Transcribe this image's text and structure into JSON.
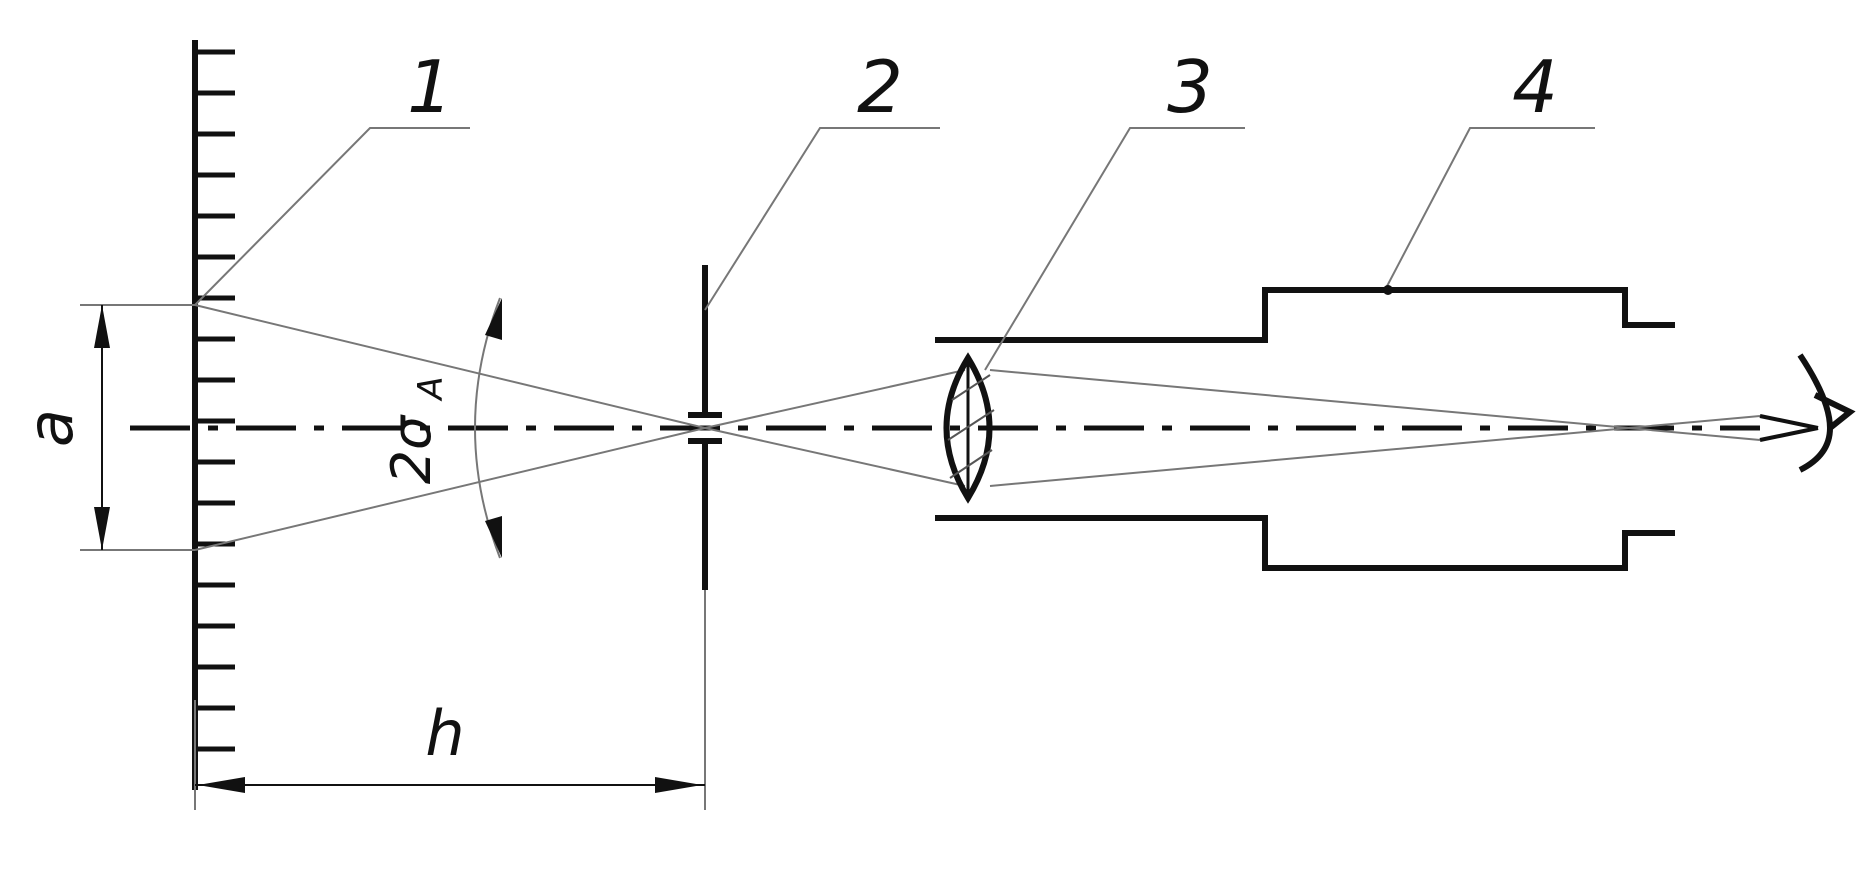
{
  "diagram": {
    "callouts": [
      {
        "id": "1",
        "label": "1"
      },
      {
        "id": "2",
        "label": "2"
      },
      {
        "id": "3",
        "label": "3"
      },
      {
        "id": "4",
        "label": "4"
      }
    ],
    "dimensions": {
      "a_label": "a",
      "h_label": "h",
      "angle_main": "2σ",
      "angle_sub": "A"
    }
  }
}
